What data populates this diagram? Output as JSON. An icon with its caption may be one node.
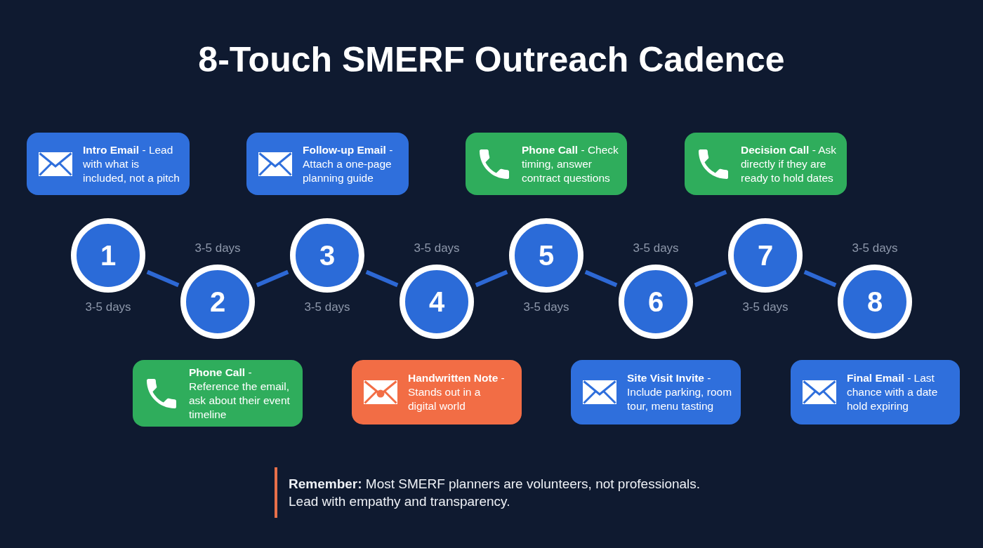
{
  "diagram": {
    "title": "8-Touch SMERF Outreach Cadence",
    "nodes": [
      {
        "text": [
          "**Intro Email** - Lead with what is included, not a pitch"
        ]
      },
      {
        "text": [
          "**Follow-up Email** - Attach a one-page planning guide"
        ]
      },
      {
        "text": [
          "**Phone Call** - Check timing, answer contract questions"
        ]
      },
      {
        "text": [
          "**Decision Call** - Ask directly if they are ready to hold dates"
        ]
      },
      {
        "text": [
          "1"
        ],
        "beside": [
          "3-5 days"
        ]
      },
      {
        "text": [
          "2"
        ],
        "beside": [
          "3-5 days"
        ]
      },
      {
        "text": [
          "3"
        ],
        "beside": [
          "3-5 days"
        ]
      },
      {
        "text": [
          "4"
        ],
        "beside": [
          "3-5 days"
        ]
      },
      {
        "text": [
          "5"
        ],
        "beside": [
          "3-5 days"
        ]
      },
      {
        "text": [
          "6"
        ],
        "beside": [
          "3-5 days"
        ]
      },
      {
        "text": [
          "7"
        ],
        "beside": [
          "3-5 days"
        ]
      },
      {
        "text": [
          "8"
        ],
        "beside": [
          "3-5 days"
        ]
      },
      {
        "text": [
          "**Phone Call** - Reference the email, ask about their event timeline"
        ]
      },
      {
        "text": [
          "**Handwritten Note** - Stands out in a digital world"
        ]
      },
      {
        "text": [
          "**Site Visit Invite** - Include parking, room tour, menu tasting"
        ]
      },
      {
        "text": [
          "**Final Email** - Last chance with a date hold expiring"
        ]
      }
    ],
    "edges": [
      {
        "from": 4,
        "to": 5,
        "arrow": "none"
      },
      {
        "from": 5,
        "to": 6,
        "arrow": "none"
      },
      {
        "from": 6,
        "to": 7,
        "arrow": "none"
      },
      {
        "from": 7,
        "to": 8,
        "arrow": "none"
      },
      {
        "from": 8,
        "to": 9,
        "arrow": "none"
      },
      {
        "from": 9,
        "to": 10,
        "arrow": "none"
      },
      {
        "from": 10,
        "to": 11,
        "arrow": "none"
      }
    ],
    "labels": [
      "**Remember:** Most SMERF planners are volunteers, not professionals. Lead with empathy and transparency."
    ]
  }
}
